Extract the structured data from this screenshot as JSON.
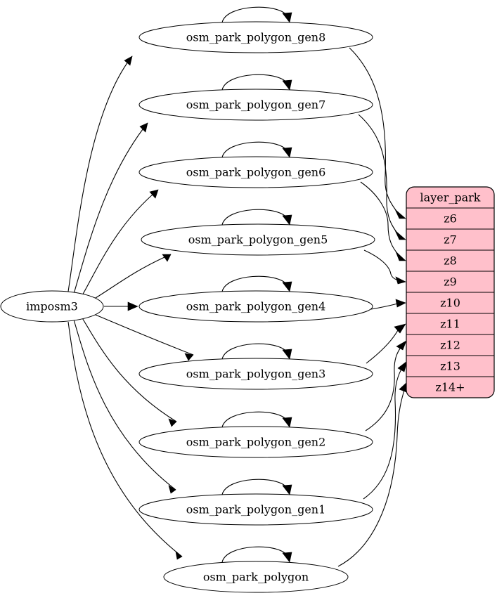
{
  "diagram": {
    "type": "graphviz-directed-graph",
    "background": "#ffffff",
    "source_node": {
      "id": "imposm3",
      "label": "imposm3",
      "shape": "ellipse",
      "fill": "#ffffff"
    },
    "table_node": {
      "id": "layer_park",
      "header": "layer_park",
      "fill": "#ffc0cb",
      "border": "#000000",
      "rows": [
        {
          "id": "z6",
          "label": "z6"
        },
        {
          "id": "z7",
          "label": "z7"
        },
        {
          "id": "z8",
          "label": "z8"
        },
        {
          "id": "z9",
          "label": "z9"
        },
        {
          "id": "z10",
          "label": "z10"
        },
        {
          "id": "z11",
          "label": "z11"
        },
        {
          "id": "z12",
          "label": "z12"
        },
        {
          "id": "z13",
          "label": "z13"
        },
        {
          "id": "z14p",
          "label": "z14+"
        }
      ]
    },
    "table_nodes": [
      {
        "id": "gen8",
        "label": "osm_park_polygon_gen8"
      },
      {
        "id": "gen7",
        "label": "osm_park_polygon_gen7"
      },
      {
        "id": "gen6",
        "label": "osm_park_polygon_gen6"
      },
      {
        "id": "gen5",
        "label": "osm_park_polygon_gen5"
      },
      {
        "id": "gen4",
        "label": "osm_park_polygon_gen4"
      },
      {
        "id": "gen3",
        "label": "osm_park_polygon_gen3"
      },
      {
        "id": "gen2",
        "label": "osm_park_polygon_gen2"
      },
      {
        "id": "gen1",
        "label": "osm_park_polygon_gen1"
      },
      {
        "id": "base",
        "label": "osm_park_polygon"
      }
    ],
    "edges": [
      {
        "from": "imposm3",
        "to": "gen8"
      },
      {
        "from": "imposm3",
        "to": "gen7"
      },
      {
        "from": "imposm3",
        "to": "gen6"
      },
      {
        "from": "imposm3",
        "to": "gen5"
      },
      {
        "from": "imposm3",
        "to": "gen4"
      },
      {
        "from": "imposm3",
        "to": "gen3"
      },
      {
        "from": "imposm3",
        "to": "gen2"
      },
      {
        "from": "imposm3",
        "to": "gen1"
      },
      {
        "from": "imposm3",
        "to": "base"
      },
      {
        "from": "gen8",
        "to": "gen8",
        "self_loop": true
      },
      {
        "from": "gen7",
        "to": "gen7",
        "self_loop": true
      },
      {
        "from": "gen6",
        "to": "gen6",
        "self_loop": true
      },
      {
        "from": "gen5",
        "to": "gen5",
        "self_loop": true
      },
      {
        "from": "gen4",
        "to": "gen4",
        "self_loop": true
      },
      {
        "from": "gen3",
        "to": "gen3",
        "self_loop": true
      },
      {
        "from": "gen2",
        "to": "gen2",
        "self_loop": true
      },
      {
        "from": "gen1",
        "to": "gen1",
        "self_loop": true
      },
      {
        "from": "base",
        "to": "base",
        "self_loop": true
      },
      {
        "from": "gen8",
        "to": "z6"
      },
      {
        "from": "gen7",
        "to": "z7"
      },
      {
        "from": "gen6",
        "to": "z8"
      },
      {
        "from": "gen5",
        "to": "z9"
      },
      {
        "from": "gen4",
        "to": "z10"
      },
      {
        "from": "gen3",
        "to": "z11"
      },
      {
        "from": "gen2",
        "to": "z12"
      },
      {
        "from": "gen1",
        "to": "z13"
      },
      {
        "from": "base",
        "to": "z14p"
      }
    ]
  }
}
